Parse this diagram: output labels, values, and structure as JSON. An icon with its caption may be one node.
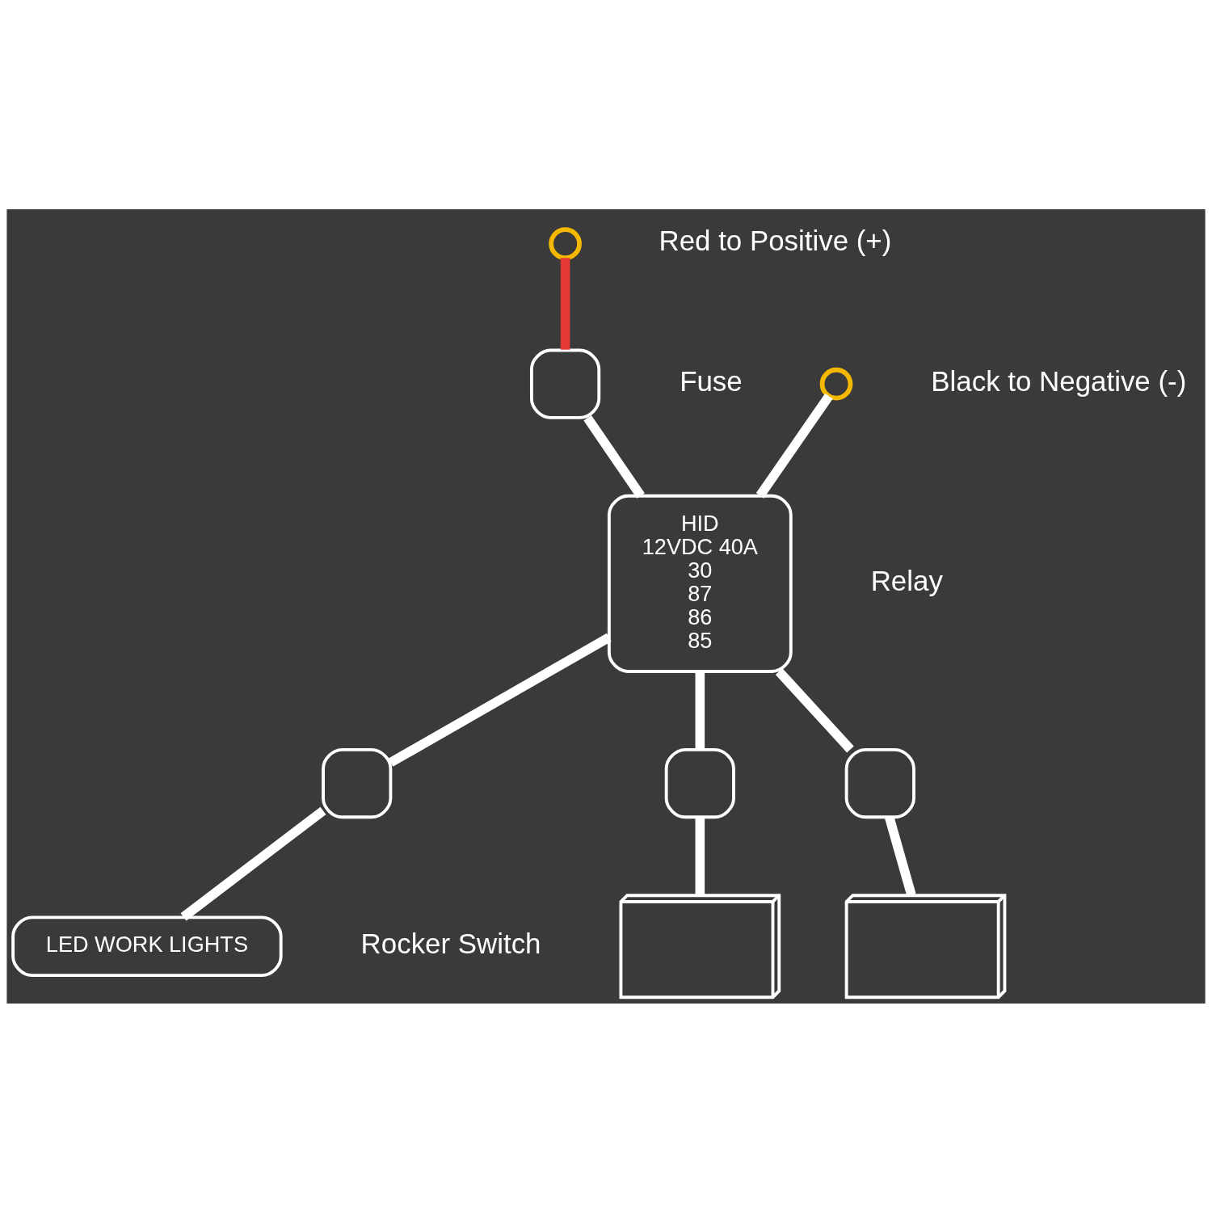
{
  "diagram": {
    "nodes": [
      {
        "text": [],
        "shape": "circle",
        "beside": [
          "Red to Positive (+)"
        ]
      },
      {
        "text": [],
        "shape": "box",
        "beside": [
          "Fuse"
        ]
      },
      {
        "text": [],
        "shape": "circle",
        "beside": [
          "Black to Negative (-)"
        ]
      },
      {
        "text": [
          "HID",
          "12VDC 40A",
          "30",
          "87",
          "86",
          "85"
        ],
        "beside": [
          "Relay"
        ]
      },
      {
        "text": [
          "LED WORK LIGHTS"
        ],
        "beside": [
          "Rocker Switch"
        ]
      },
      {
        "text": [],
        "shape": "box"
      },
      {
        "text": [],
        "shape": "box"
      },
      {
        "text": [],
        "shape": "picture"
      },
      {
        "text": [],
        "shape": "box"
      },
      {
        "text": [],
        "shape": "picture"
      }
    ],
    "edges": [
      {
        "from": 0,
        "to": 1,
        "arrow": "none",
        "color": "#e53935"
      },
      {
        "from": 1,
        "to": 3,
        "arrow": "none"
      },
      {
        "from": 2,
        "to": 3,
        "arrow": "none"
      },
      {
        "from": 3,
        "to": 5,
        "arrow": "none"
      },
      {
        "from": 5,
        "to": 4,
        "arrow": "none"
      },
      {
        "from": 3,
        "to": 6,
        "arrow": "none"
      },
      {
        "from": 6,
        "to": 7,
        "arrow": "none"
      },
      {
        "from": 3,
        "to": 8,
        "arrow": "none"
      },
      {
        "from": 8,
        "to": 9,
        "arrow": "none"
      }
    ]
  }
}
